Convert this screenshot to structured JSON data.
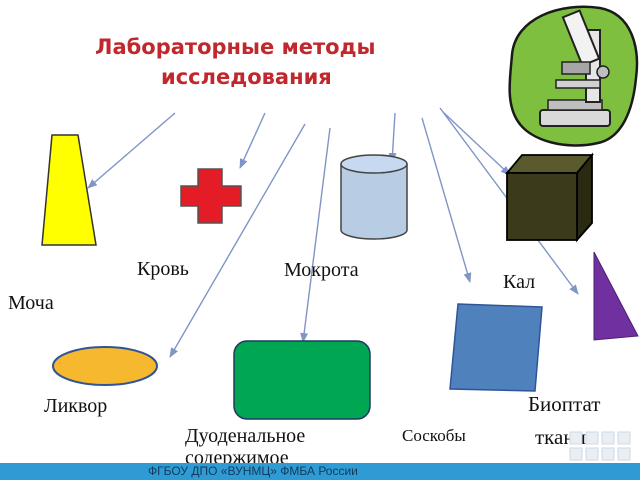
{
  "title": {
    "line1": "Лабораторные методы",
    "line2": "исследования"
  },
  "labels": {
    "urine": "Моча",
    "blood": "Кровь",
    "sputum": "Мокрота",
    "feces": "Кал",
    "csf": "Ликвор",
    "duodenal_line1": "Дуоденальное",
    "duodenal_line2": "содержимое",
    "scrapings": "Соскобы",
    "biopsy_line1": "Биоптат",
    "biopsy_line2": "ткани"
  },
  "footer": {
    "text": "ФГБОУ ДПО «ВУНМЦ» ФМБА России"
  },
  "colors": {
    "title": "#c0282d",
    "arrow": "#7f95c8",
    "urine_shape": "#ffff00",
    "blood_cross": "#e31c25",
    "sputum_cylinder": "#b8cce4",
    "feces_cube": "#3b3b1b",
    "csf_ellipse": "#f5b82e",
    "duodenal_rect": "#00a651",
    "scrapings_quad": "#4f81bd",
    "biopsy_triangle": "#7030a0",
    "footer_bar": "#2f9bd4"
  },
  "icons": {
    "microscope": "microscope-icon"
  }
}
